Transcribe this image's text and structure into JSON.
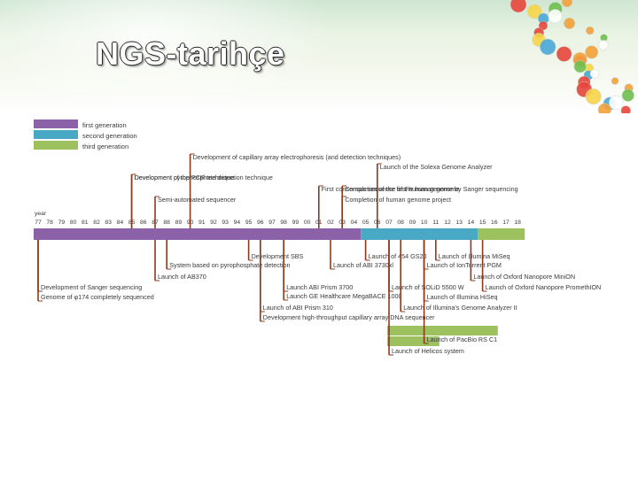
{
  "title": "NGS-tarihçe",
  "colors": {
    "first": "#8b62a8",
    "second": "#49a8c3",
    "third": "#9cc15e",
    "tick": "#8b3a1e"
  },
  "legend": [
    {
      "label": "first generation",
      "color": "#8b62a8"
    },
    {
      "label": "second generation",
      "color": "#49a8c3"
    },
    {
      "label": "third generation",
      "color": "#9cc15e"
    }
  ],
  "year_axis_label": "year",
  "years": [
    "77",
    "78",
    "79",
    "80",
    "81",
    "82",
    "83",
    "84",
    "85",
    "86",
    "87",
    "88",
    "89",
    "90",
    "91",
    "92",
    "93",
    "94",
    "95",
    "96",
    "97",
    "98",
    "99",
    "00",
    "01",
    "02",
    "03",
    "04",
    "05",
    "06",
    "07",
    "08",
    "09",
    "10",
    "11",
    "12",
    "13",
    "14",
    "15",
    "16",
    "17",
    "18"
  ],
  "events_above": [
    {
      "text": "Development of capillary array electrophoresis (and detection techniques)",
      "year": "90"
    },
    {
      "text": "Launch of the Solexa Genome Analyzer",
      "year": "06"
    },
    {
      "text": "Development of the PCR technique",
      "year": "85"
    },
    {
      "text": "Development pyrophosphate detection technique",
      "year": "85"
    },
    {
      "text": "First consensus sequence of the human genome",
      "year": "01"
    },
    {
      "text": "Completion of the first human genome by Sanger sequencing",
      "year": "03"
    },
    {
      "text": "Semi-automated sequencer",
      "year": "87"
    },
    {
      "text": "Completion of human genome project",
      "year": "03"
    }
  ],
  "events_below": [
    {
      "text": "Development SBS",
      "year": "95"
    },
    {
      "text": "System based on pyrophosphate detection",
      "year": "88"
    },
    {
      "text": "Launch of AB370",
      "year": "87"
    },
    {
      "text": "Development of Sanger sequencing",
      "year": "77"
    },
    {
      "text": "Genome of φ174 completely sequenced",
      "year": "77"
    },
    {
      "text": "Launch ABI Prism 3700",
      "year": "98"
    },
    {
      "text": "Launch GE Healthcare MegaBACE 1000",
      "year": "98"
    },
    {
      "text": "Launch of ABI Prism 310",
      "year": "96"
    },
    {
      "text": "Development high-throughput capillary array DNA sequencer",
      "year": "96"
    },
    {
      "text": "Launch of ABI 3730xl",
      "year": "02"
    },
    {
      "text": "Launch of 454 GS20",
      "year": "05"
    },
    {
      "text": "Launch of Illumina MiSeq",
      "year": "11"
    },
    {
      "text": "Launch of IonTorrent PGM",
      "year": "10"
    },
    {
      "text": "Launch of Oxford Nanopore MiniON",
      "year": "14"
    },
    {
      "text": "Launch of SOLiD 5500 W",
      "year": "07"
    },
    {
      "text": "Launch of Oxford Nanopore PromethION",
      "year": "15"
    },
    {
      "text": "Launch of Illumina HiSeq",
      "year": "10"
    },
    {
      "text": "Launch of Illumina's Genome Analyzer II",
      "year": "08"
    },
    {
      "text": "Launch of PacBio RS C1",
      "year": "10"
    },
    {
      "text": "Launch of Helicos system",
      "year": "07"
    }
  ]
}
